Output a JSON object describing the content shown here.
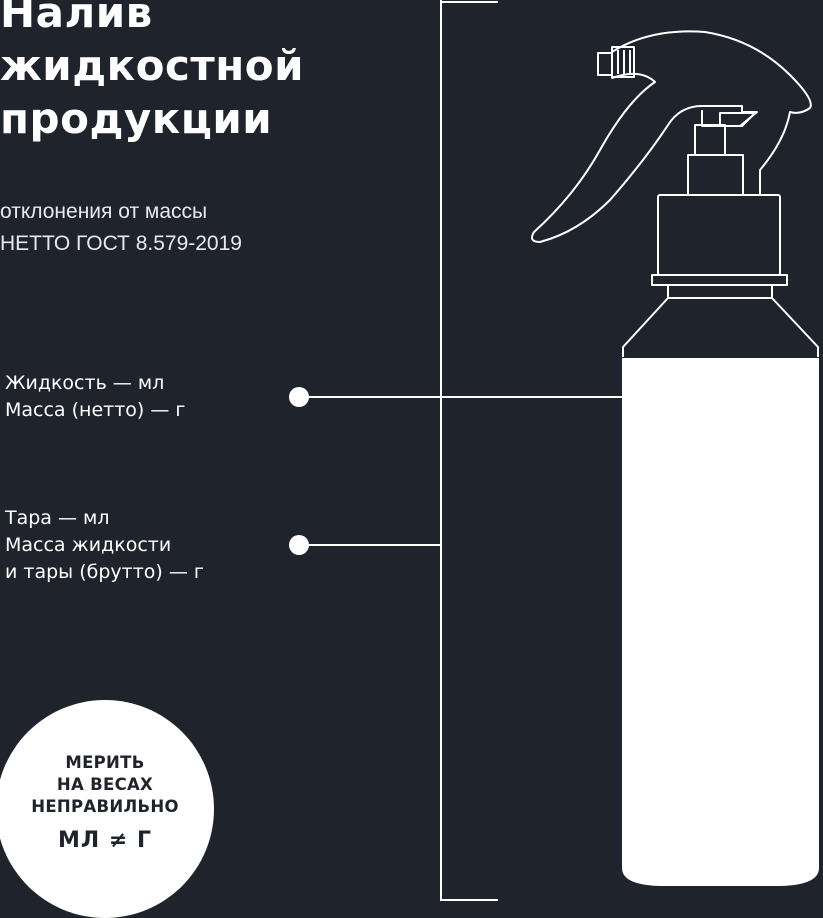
{
  "title": {
    "line1": "Налив",
    "line2": "жидкостной",
    "line3": "продукции"
  },
  "subtitle": {
    "line1": "отклонения от массы",
    "line2": "НЕТТО ГОСТ 8.579-2019"
  },
  "labels": {
    "liquid": {
      "line1": "Жидкость  — мл",
      "line2": "Масса (нетто)  — г"
    },
    "tare": {
      "line1": "Тара  — мл",
      "line2": "Масса жидкости",
      "line3": "и тары (брутто)  — г"
    }
  },
  "badge": {
    "line1": "МЕРИТЬ",
    "line2": "НА ВЕСАХ",
    "line3": "НЕПРАВИЛЬНО",
    "formula": "МЛ ≠ Г"
  },
  "colors": {
    "background": "#1f232c",
    "foreground": "#ffffff"
  },
  "icons": {
    "illustration": "spray-bottle-icon"
  }
}
